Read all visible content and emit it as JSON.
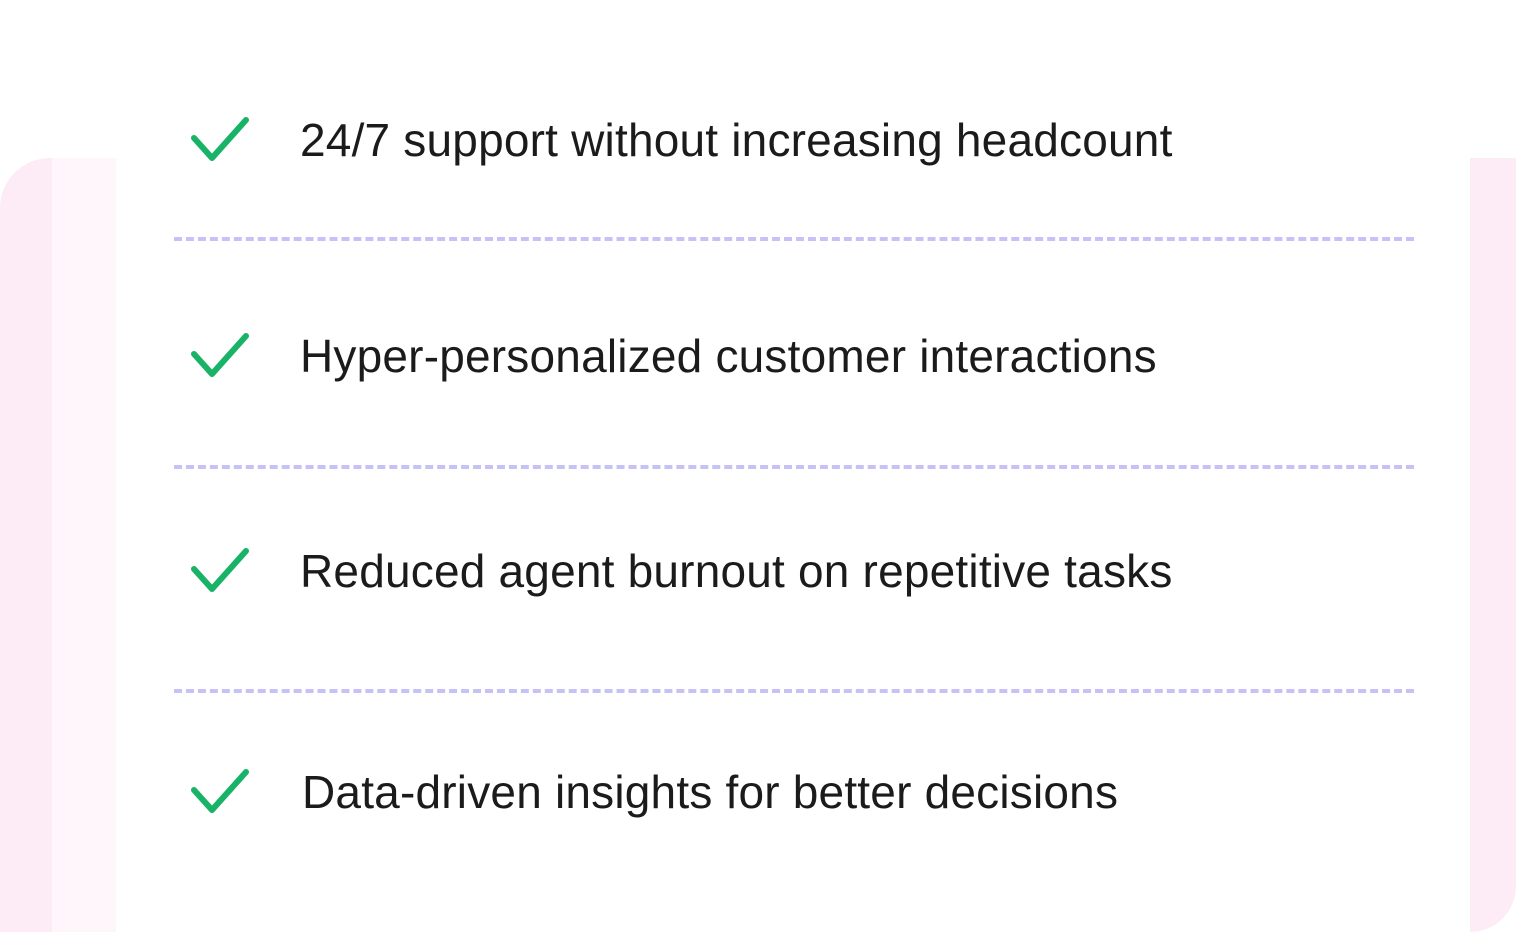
{
  "benefits": {
    "items": [
      {
        "label": "24/7 support without increasing headcount",
        "icon": "checkmark-icon"
      },
      {
        "label": "Hyper-personalized customer interactions",
        "icon": "checkmark-icon"
      },
      {
        "label": "Reduced agent burnout on repetitive tasks",
        "icon": "checkmark-icon"
      },
      {
        "label": "Data-driven insights for better decisions",
        "icon": "checkmark-icon"
      }
    ]
  },
  "colors": {
    "check": "#19b368",
    "text": "#1b1b1b",
    "divider": "#c6c2f7",
    "background_accent": "#fdecf6"
  }
}
